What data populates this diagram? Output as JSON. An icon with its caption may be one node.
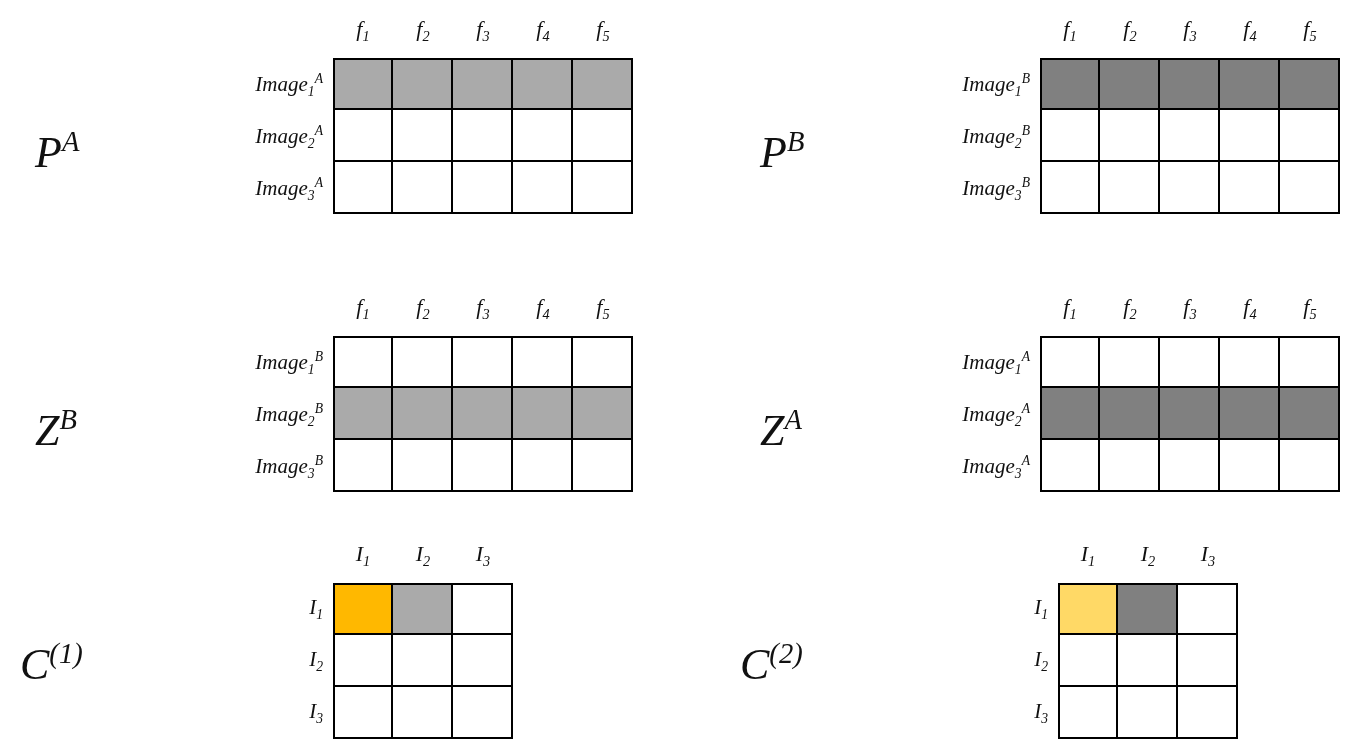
{
  "diagram": {
    "labels": [
      "P$^{A}$",
      "f$_{1}$",
      "f$_{2}$",
      "f$_{3}$",
      "f$_{4}$",
      "f$_{5}$",
      "Image$_{1}$$^{A}$",
      "Image$_{2}$$^{A}$",
      "Image$_{3}$$^{A}$",
      "P$^{B}$",
      "f$_{1}$",
      "f$_{2}$",
      "f$_{3}$",
      "f$_{4}$",
      "f$_{5}$",
      "Image$_{1}$$^{B}$",
      "Image$_{2}$$^{B}$",
      "Image$_{3}$$^{B}$",
      "Z$^{B}$",
      "f$_{1}$",
      "f$_{2}$",
      "f$_{3}$",
      "f$_{4}$",
      "f$_{5}$",
      "Image$_{1}$$^{B}$",
      "Image$_{2}$$^{B}$",
      "Image$_{3}$$^{B}$",
      "Z$^{A}$",
      "f$_{1}$",
      "f$_{2}$",
      "f$_{3}$",
      "f$_{4}$",
      "f$_{5}$",
      "Image$_{1}$$^{A}$",
      "Image$_{2}$$^{A}$",
      "Image$_{3}$$^{A}$",
      "C$^{(1)}$",
      "I$_{1}$",
      "I$_{2}$",
      "I$_{3}$",
      "I$_{1}$",
      "I$_{2}$",
      "I$_{3}$",
      "C$^{(2)}$",
      "I$_{1}$",
      "I$_{2}$",
      "I$_{3}$",
      "I$_{1}$",
      "I$_{2}$",
      "I$_{3}$"
    ]
  }
}
